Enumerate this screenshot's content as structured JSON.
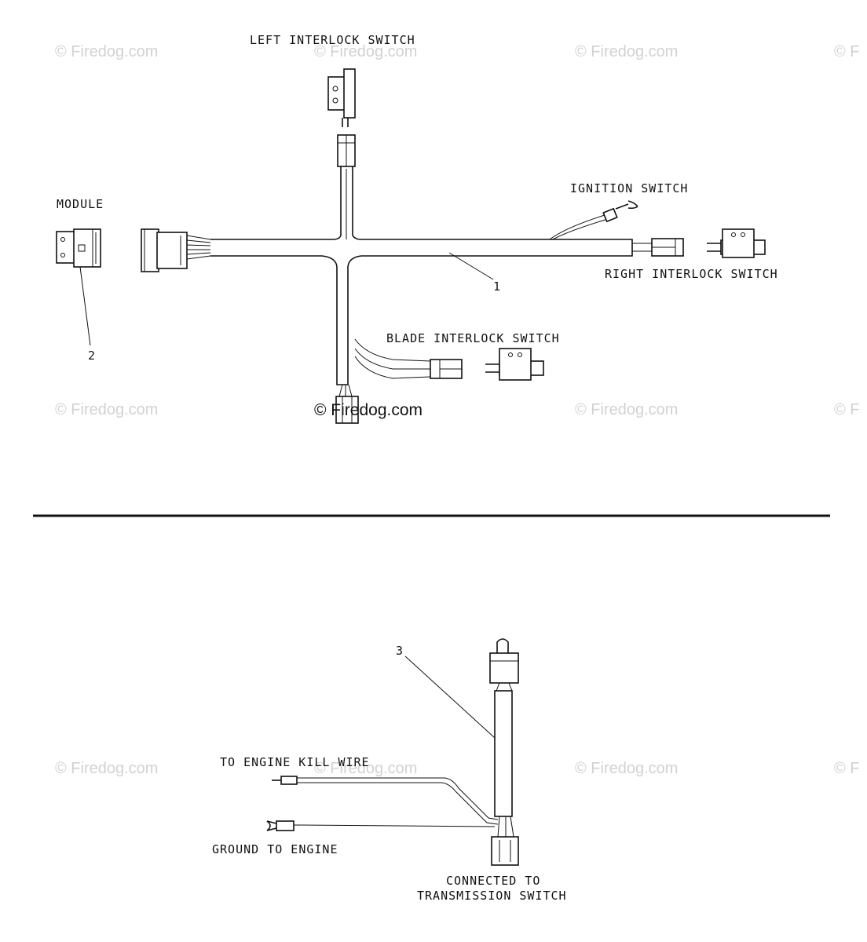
{
  "diagram": {
    "top": {
      "labels": {
        "left_interlock": "LEFT INTERLOCK SWITCH",
        "module": "MODULE",
        "ignition": "IGNITION SWITCH",
        "right_interlock": "RIGHT INTERLOCK SWITCH",
        "blade_interlock": "BLADE INTERLOCK SWITCH"
      },
      "callouts": {
        "harness": "1",
        "module": "2"
      }
    },
    "bottom": {
      "labels": {
        "engine_kill": "TO ENGINE KILL WIRE",
        "ground": "GROUND TO ENGINE",
        "connected_line1": "CONNECTED TO",
        "connected_line2": "TRANSMISSION SWITCH"
      },
      "callouts": {
        "adapter": "3"
      }
    },
    "watermark": "© Firedog.com",
    "watermark_partial": "© F",
    "colors": {
      "line": "#111111",
      "watermark": "#d2d2d2",
      "background": "#ffffff"
    }
  }
}
